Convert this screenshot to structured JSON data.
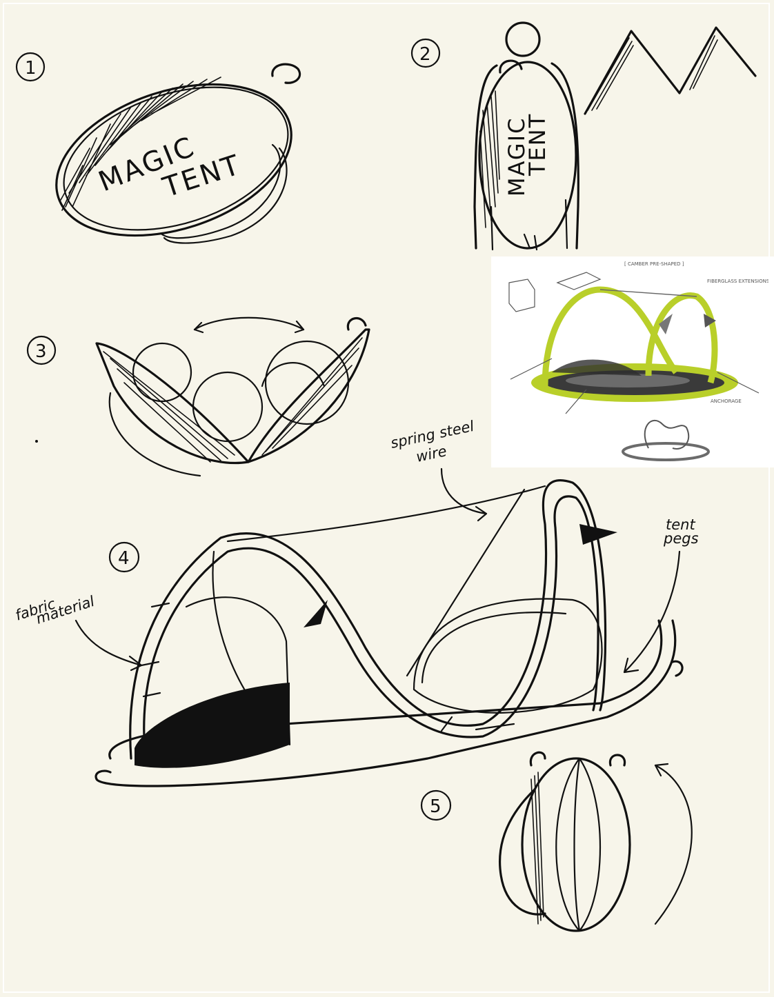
{
  "sketch": {
    "steps": [
      {
        "number": "1"
      },
      {
        "number": "2"
      },
      {
        "number": "3"
      },
      {
        "number": "4"
      },
      {
        "number": "5"
      }
    ],
    "bag_label_line1": "MAGIC",
    "bag_label_line2": "TENT",
    "backpack_label_line1": "MAGIC",
    "backpack_label_line2": "TENT",
    "annotations": {
      "wire_line1": "spring steel",
      "wire_line2": "wire",
      "pegs_line1": "tent",
      "pegs_line2": "pegs",
      "fabric_line1": "fabric",
      "fabric_line2": "material"
    }
  },
  "inset_render": {
    "caption_top": "[ CAMBER PRE-SHAPED ]",
    "caption_right": "FIBERGLASS EXTENSIONS",
    "caption_bottom": "ANCHORAGE",
    "colors": {
      "accent": "#b9cf2a",
      "accent_dark": "#8fa51a",
      "floor": "#3a3a3a"
    }
  },
  "colors": {
    "paper": "#f7f5ea",
    "ink": "#111111"
  }
}
